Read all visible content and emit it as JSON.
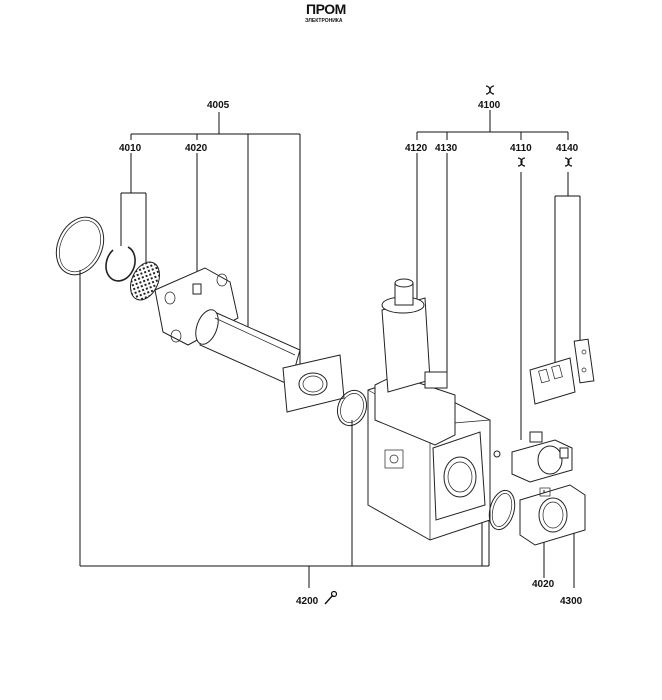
{
  "logo": {
    "main": "ПРОМ",
    "sub": "ЭЛЕКТРОНИКА"
  },
  "labels": {
    "l4005": "4005",
    "l4010": "4010",
    "l4020a": "4020",
    "l4100": "4100",
    "l4120": "4120",
    "l4130": "4130",
    "l4110": "4110",
    "l4140": "4140",
    "l4020b": "4020",
    "l4300": "4300",
    "l4200": "4200"
  },
  "icons": {
    "set_marker": "circle-arrows-icon",
    "tool_marker": "wrench-icon"
  }
}
